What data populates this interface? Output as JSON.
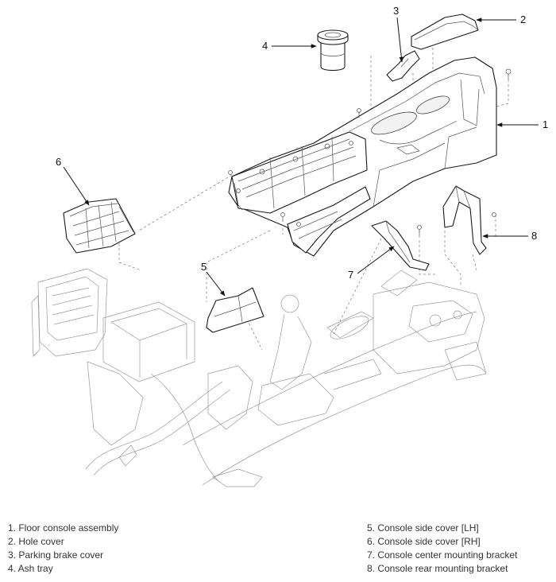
{
  "callouts": [
    {
      "id": 1,
      "label": "1"
    },
    {
      "id": 2,
      "label": "2"
    },
    {
      "id": 3,
      "label": "3"
    },
    {
      "id": 4,
      "label": "4"
    },
    {
      "id": 5,
      "label": "5"
    },
    {
      "id": 6,
      "label": "6"
    },
    {
      "id": 7,
      "label": "7"
    },
    {
      "id": 8,
      "label": "8"
    }
  ],
  "legend": {
    "left": [
      "1. Floor console assembly",
      "2. Hole cover",
      "3. Parking brake cover",
      "4. Ash tray"
    ],
    "right": [
      "5. Console side cover [LH]",
      "6. Console side cover [RH]",
      "7. Console center mounting bracket",
      "8. Console rear mounting bracket"
    ]
  }
}
